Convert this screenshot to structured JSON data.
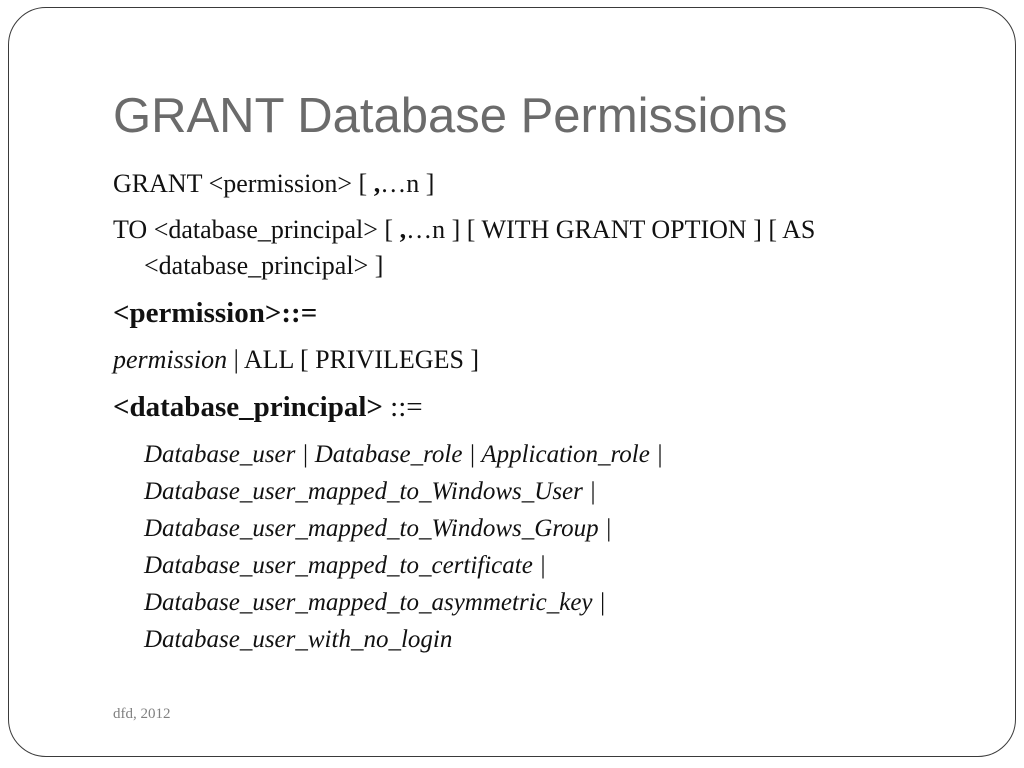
{
  "slide": {
    "title": "GRANT Database Permissions",
    "line1": {
      "a": "GRANT <permission> [ ",
      "b": ",",
      "c": "…n ]"
    },
    "line2": {
      "a": "TO <database_principal> [ ",
      "b": ",",
      "c": "…n ] [ WITH GRANT OPTION ] [ AS <database_principal> ]"
    },
    "line3": "<permission>::=",
    "line4": {
      "a": "permission",
      "b": " | ALL [ PRIVILEGES ]"
    },
    "line5": {
      "a": "<database_principal>",
      "b": " ::="
    },
    "principals": [
      "Database_user | Database_role | Application_role |",
      "Database_user_mapped_to_Windows_User |",
      "Database_user_mapped_to_Windows_Group |",
      "Database_user_mapped_to_certificate |",
      "Database_user_mapped_to_asymmetric_key |",
      "Database_user_with_no_login"
    ],
    "footer": "dfd, 2012"
  }
}
